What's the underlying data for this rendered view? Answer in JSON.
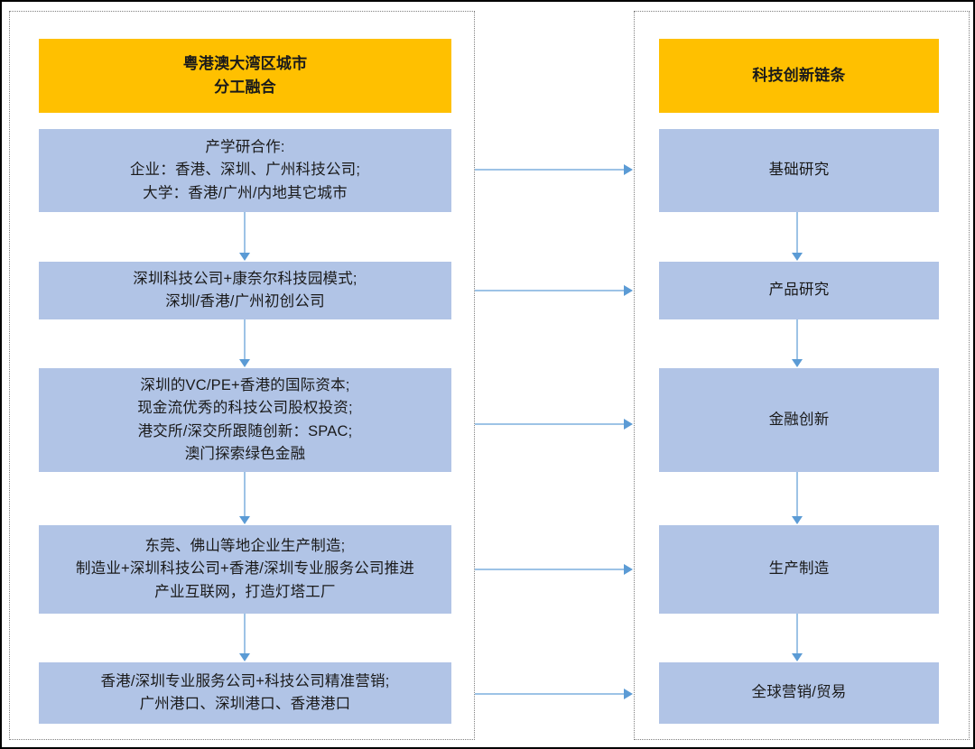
{
  "diagram": {
    "title_left": "粤港澳大湾区城市\n分工融合",
    "title_right": "科技创新链条",
    "colors": {
      "header_fill": "#FFC000",
      "node_fill": "#B1C4E6",
      "connector_line": "#9DC3E6",
      "connector_head": "#5B9BD5",
      "panel_border": "#808080",
      "outer_border": "#000000",
      "text": "#1A1A1A"
    }
  },
  "left_column": {
    "header": "粤港澳大湾区城市\n分工融合",
    "steps": [
      {
        "id": "step-1",
        "text": "产学研合作:\n企业：香港、深圳、广州科技公司;\n大学：香港/广州/内地其它城市"
      },
      {
        "id": "step-2",
        "text": "深圳科技公司+康奈尔科技园模式;\n深圳/香港/广州初创公司"
      },
      {
        "id": "step-3",
        "text": "深圳的VC/PE+香港的国际资本;\n现金流优秀的科技公司股权投资;\n港交所/深交所跟随创新：SPAC;\n澳门探索绿色金融"
      },
      {
        "id": "step-4",
        "text": "东莞、佛山等地企业生产制造;\n制造业+深圳科技公司+香港/深圳专业服务公司推进\n产业互联网，打造灯塔工厂"
      },
      {
        "id": "step-5",
        "text": "香港/深圳专业服务公司+科技公司精准营销;\n广州港口、深圳港口、香港港口"
      }
    ]
  },
  "right_column": {
    "header": "科技创新链条",
    "stages": [
      {
        "id": "stage-1",
        "text": "基础研究"
      },
      {
        "id": "stage-2",
        "text": "产品研究"
      },
      {
        "id": "stage-3",
        "text": "金融创新"
      },
      {
        "id": "stage-4",
        "text": "生产制造"
      },
      {
        "id": "stage-5",
        "text": "全球营销/贸易"
      }
    ]
  },
  "connectors": {
    "left_vertical": [
      {
        "from": "step-1",
        "to": "step-2"
      },
      {
        "from": "step-2",
        "to": "step-3"
      },
      {
        "from": "step-3",
        "to": "step-4"
      },
      {
        "from": "step-4",
        "to": "step-5"
      }
    ],
    "right_vertical": [
      {
        "from": "stage-1",
        "to": "stage-2"
      },
      {
        "from": "stage-2",
        "to": "stage-3"
      },
      {
        "from": "stage-3",
        "to": "stage-4"
      },
      {
        "from": "stage-4",
        "to": "stage-5"
      }
    ],
    "cross": [
      {
        "from": "step-1",
        "to": "stage-1"
      },
      {
        "from": "step-2",
        "to": "stage-2"
      },
      {
        "from": "step-3",
        "to": "stage-3"
      },
      {
        "from": "step-4",
        "to": "stage-4"
      },
      {
        "from": "step-5",
        "to": "stage-5"
      }
    ]
  }
}
